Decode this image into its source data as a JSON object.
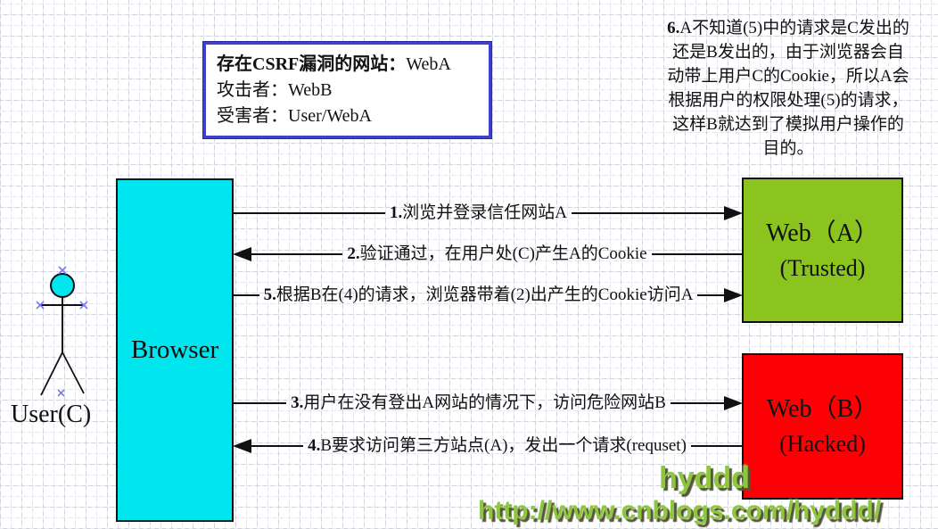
{
  "info_box": {
    "lines": [
      {
        "bold": "存在CSRF漏洞的网站：",
        "rest": "WebA"
      },
      {
        "bold": "",
        "rest": "攻击者：WebB"
      },
      {
        "bold": "",
        "rest": "受害者：User/WebA"
      }
    ]
  },
  "note": {
    "lead": "6.",
    "lines": [
      "A不知道(5)中的请求是C发出的",
      "还是B发出的，由于浏览器会自",
      "动带上用户C的Cookie，所以A会",
      "根据用户的权限处理(5)的请求，",
      "这样B就达到了模拟用户操作的",
      "目的。"
    ]
  },
  "actors": {
    "user_label": "User(C)",
    "browser_label": "Browser",
    "web_a": {
      "title": "Web（A）",
      "subtitle": "(Trusted)"
    },
    "web_b": {
      "title": "Web（B）",
      "subtitle": "(Hacked)"
    }
  },
  "arrows": [
    {
      "num": "1.",
      "text": "浏览并登录信任网站A",
      "direction": "right",
      "from": "Browser",
      "to": "Web（A）"
    },
    {
      "num": "2.",
      "text": "验证通过，在用户处(C)产生A的Cookie",
      "direction": "left",
      "from": "Web（A）",
      "to": "Browser"
    },
    {
      "num": "5.",
      "text": "根据B在(4)的请求，浏览器带着(2)出产生的Cookie访问A",
      "direction": "right",
      "from": "Browser",
      "to": "Web（A）"
    },
    {
      "num": "3.",
      "text": "用户在没有登出A网站的情况下，访问危险网站B",
      "direction": "right",
      "from": "Browser",
      "to": "Web（B）"
    },
    {
      "num": "4.",
      "text": "B要求访问第三方站点(A)，发出一个请求(requset)",
      "direction": "left",
      "from": "Web（B）",
      "to": "Browser"
    }
  ],
  "watermark": {
    "name": "hyddd",
    "url": "http://www.cnblogs.com/hyddd/"
  },
  "colors": {
    "browser_fill": "#00e6ee",
    "web_a_fill": "#8bc41f",
    "web_b_fill": "#fb0105",
    "info_border_blue": "#4040cf",
    "watermark_green": "#8dc63f",
    "grid_minor": "#e4e6ed",
    "grid_major": "#cfd2db"
  },
  "icons": {
    "arrowhead-right": "css-triangle-right",
    "arrowhead-left": "css-triangle-left",
    "stick-figure": "svg-person-with-selection-x-handles"
  }
}
